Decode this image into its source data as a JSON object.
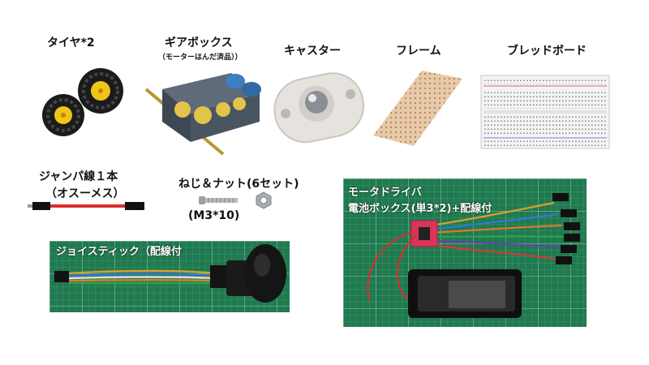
{
  "parts": {
    "tire": {
      "label": "タイヤ*2"
    },
    "gearbox": {
      "label": "ギアボックス",
      "note": "（モーターはんだ済品））"
    },
    "caster": {
      "label": "キャスター"
    },
    "frame": {
      "label": "フレーム"
    },
    "breadboard": {
      "label": "ブレッドボード"
    },
    "jumper": {
      "label": "ジャンパ線１本",
      "note": "（オスーメス）"
    },
    "screws": {
      "label": "ねじ＆ナット(6セット)",
      "size": "(M3*10)"
    },
    "joystick": {
      "label": "ジョイスティック（配線付"
    },
    "driver": {
      "label1": "モータドライバ",
      "label2": "電池ボックス(単3*2)+配線付"
    }
  },
  "colors": {
    "mat": "#1f7a4f",
    "driver_board": "#d9345a",
    "wire_red": "#e02b2b",
    "tire": "#1b1b1b",
    "hub": "#f0c419"
  }
}
